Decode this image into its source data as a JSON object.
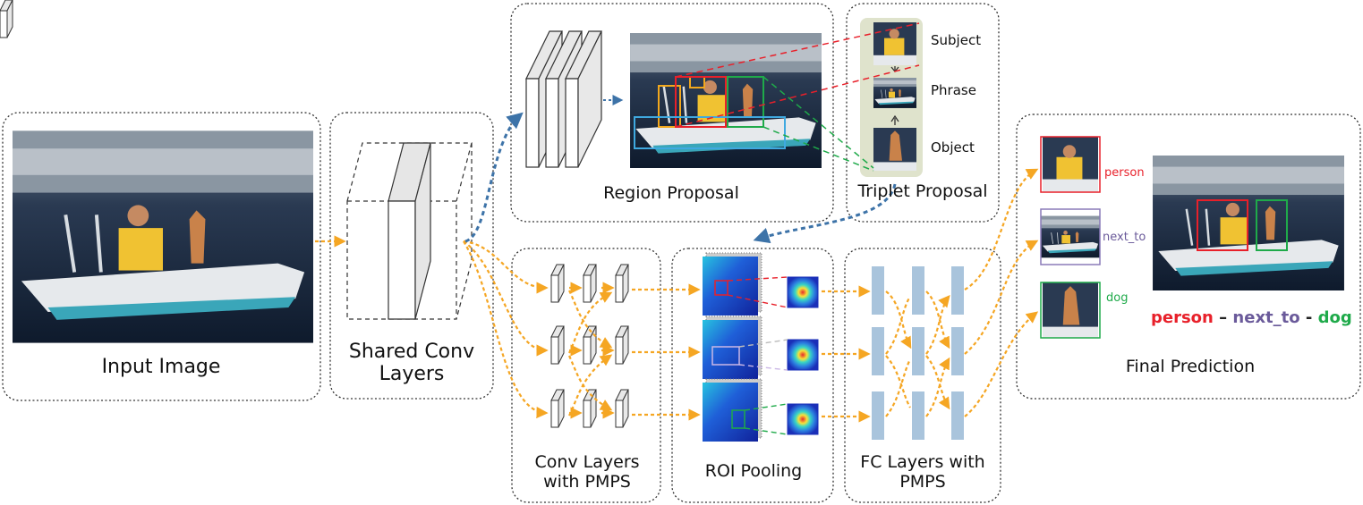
{
  "panels": {
    "input_image": "Input Image",
    "shared_conv": "Shared Conv Layers",
    "region_proposal": "Region Proposal",
    "triplet_proposal": "Triplet Proposal",
    "conv_pmps": "Conv Layers with PMPS",
    "roi_pooling": "ROI Pooling",
    "fc_pmps": "FC Layers with PMPS",
    "final_prediction": "Final Prediction"
  },
  "triplet_labels": {
    "subject": "Subject",
    "phrase": "Phrase",
    "object": "Object"
  },
  "prediction_tags": {
    "person": "person",
    "next_to": "next_to",
    "dog": "dog"
  },
  "prediction_phrase": {
    "subject": "person",
    "sep1": " – ",
    "predicate": "next_to",
    "sep2": " - ",
    "object": "dog"
  },
  "colors": {
    "subject": "#e8202a",
    "predicate": "#6a5a9a",
    "object": "#1faa4a",
    "orange_arrow": "#f5a623",
    "blue_arrow": "#3d73a8",
    "fc_bar": "#a9c4dc",
    "triplet_bg": "#dfe3cc",
    "region_orange": "#f2a81d",
    "region_blue": "#3fa9e0"
  }
}
